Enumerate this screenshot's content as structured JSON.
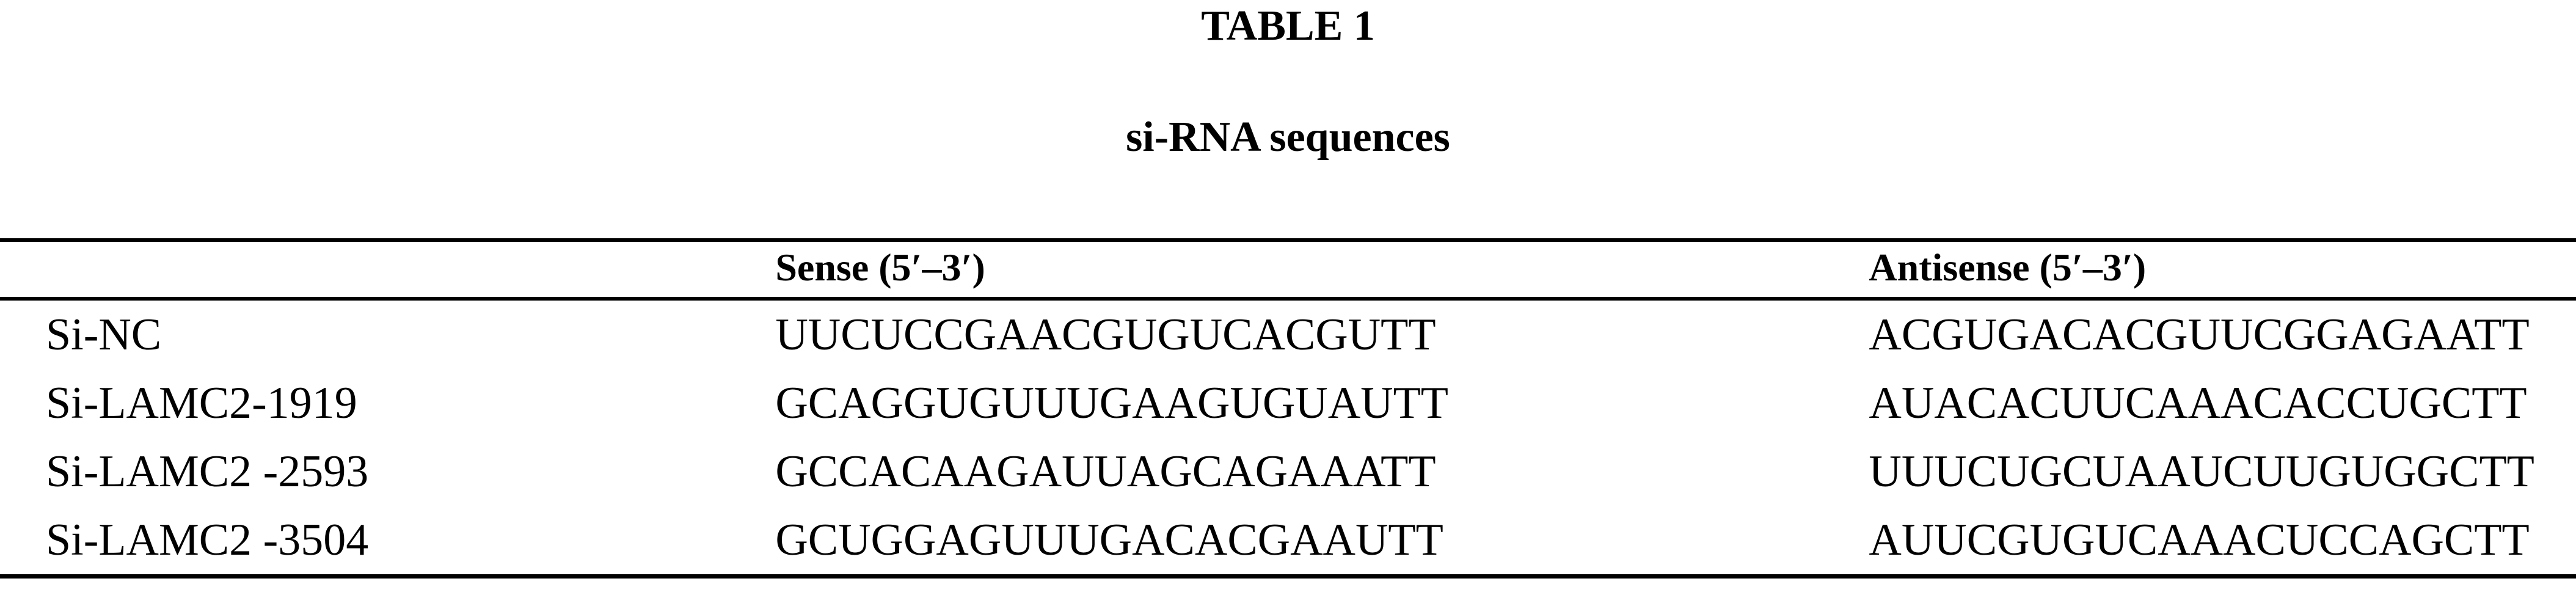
{
  "table": {
    "title": "TABLE 1",
    "subtitle": "si-RNA sequences",
    "columns": [
      "",
      "Sense (5′–3′)",
      "Antisense (5′–3′)"
    ],
    "rows": [
      {
        "name": "Si-NC",
        "sense": "UUCUCCGAACGUGUCACGUTT",
        "antisense": "ACGUGACACGUUCGGAGAATT"
      },
      {
        "name": "Si-LAMC2-1919",
        "sense": "GCAGGUGUUUGAAGUGUAUTT",
        "antisense": "AUACACUUCAAACACCUGCTT"
      },
      {
        "name": "Si-LAMC2 -2593",
        "sense": "GCCACAAGAUUAGCAGAAATT",
        "antisense": "UUUCUGCUAAUCUUGUGGCTT"
      },
      {
        "name": "Si-LAMC2 -3504",
        "sense": "GCUGGAGUUUGACACGAAUTT",
        "antisense": "AUUCGUGUCAAACUCCAGCTT"
      }
    ]
  },
  "colors": {
    "text": "#000000",
    "background": "#ffffff",
    "rule": "#000000"
  }
}
